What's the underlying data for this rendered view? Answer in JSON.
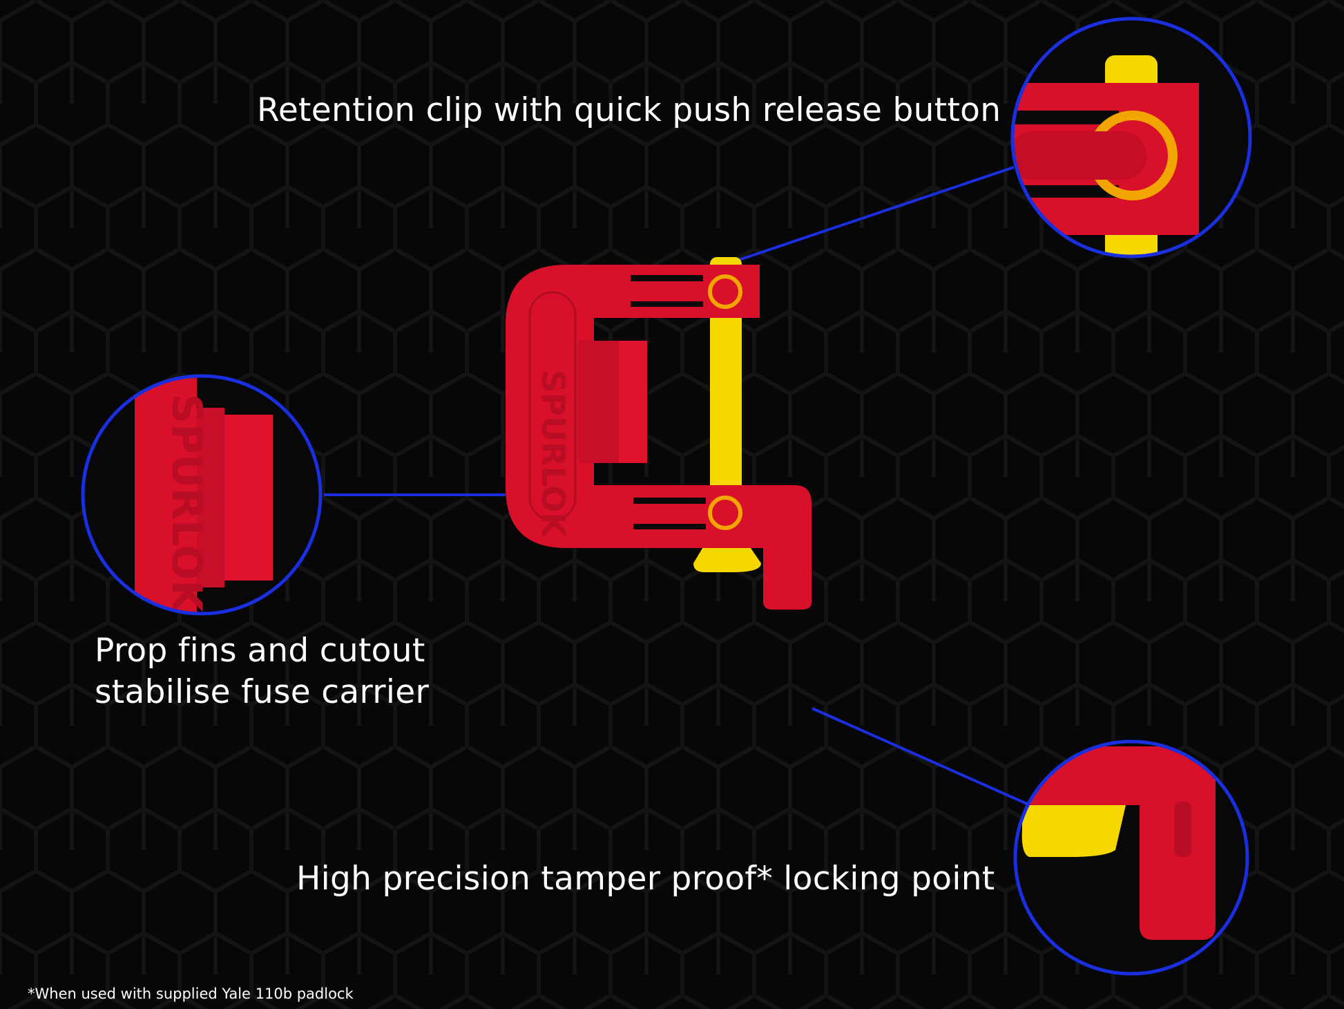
{
  "callouts": {
    "retention_clip": "Retention clip with quick push release button",
    "prop_fins_line1": "Prop fins and cutout",
    "prop_fins_line2": "stabilise fuse carrier",
    "locking_point": "High precision tamper proof* locking point"
  },
  "footnote": "*When used with supplied Yale 110b padlock",
  "product": {
    "brand_embossing": "SPURLOK",
    "body_color": "#d8102a",
    "pin_color": "#f7d700"
  },
  "colors": {
    "background": "#070707",
    "callout_line": "#1a2fe0",
    "text": "#ffffff"
  }
}
